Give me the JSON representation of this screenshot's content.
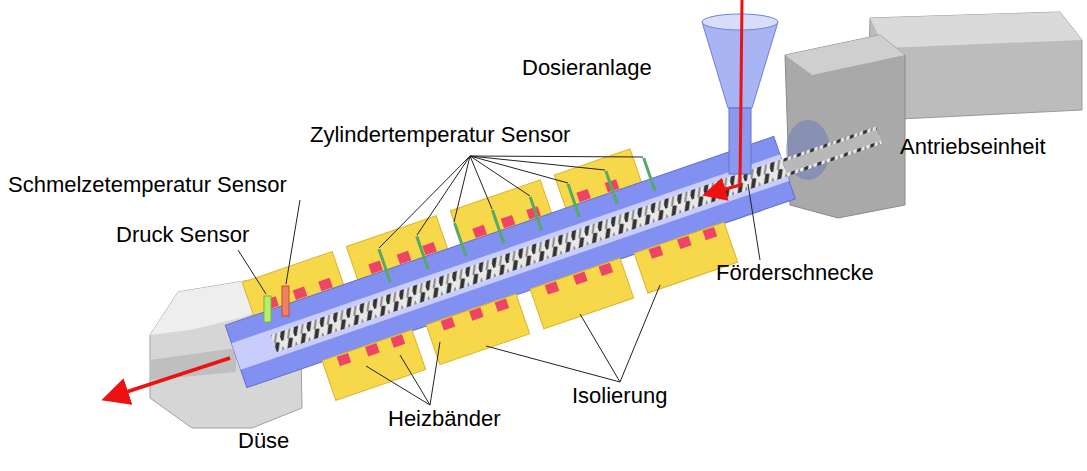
{
  "diagram": {
    "labels": [
      "Dosieranlage",
      "Zylindertemperatur Sensor",
      "Antriebseinheit",
      "Schmelzetemperatur Sensor",
      "Druck Sensor",
      "Förderschnecke",
      "Isolierung",
      "Heizbänder",
      "Düse"
    ]
  }
}
